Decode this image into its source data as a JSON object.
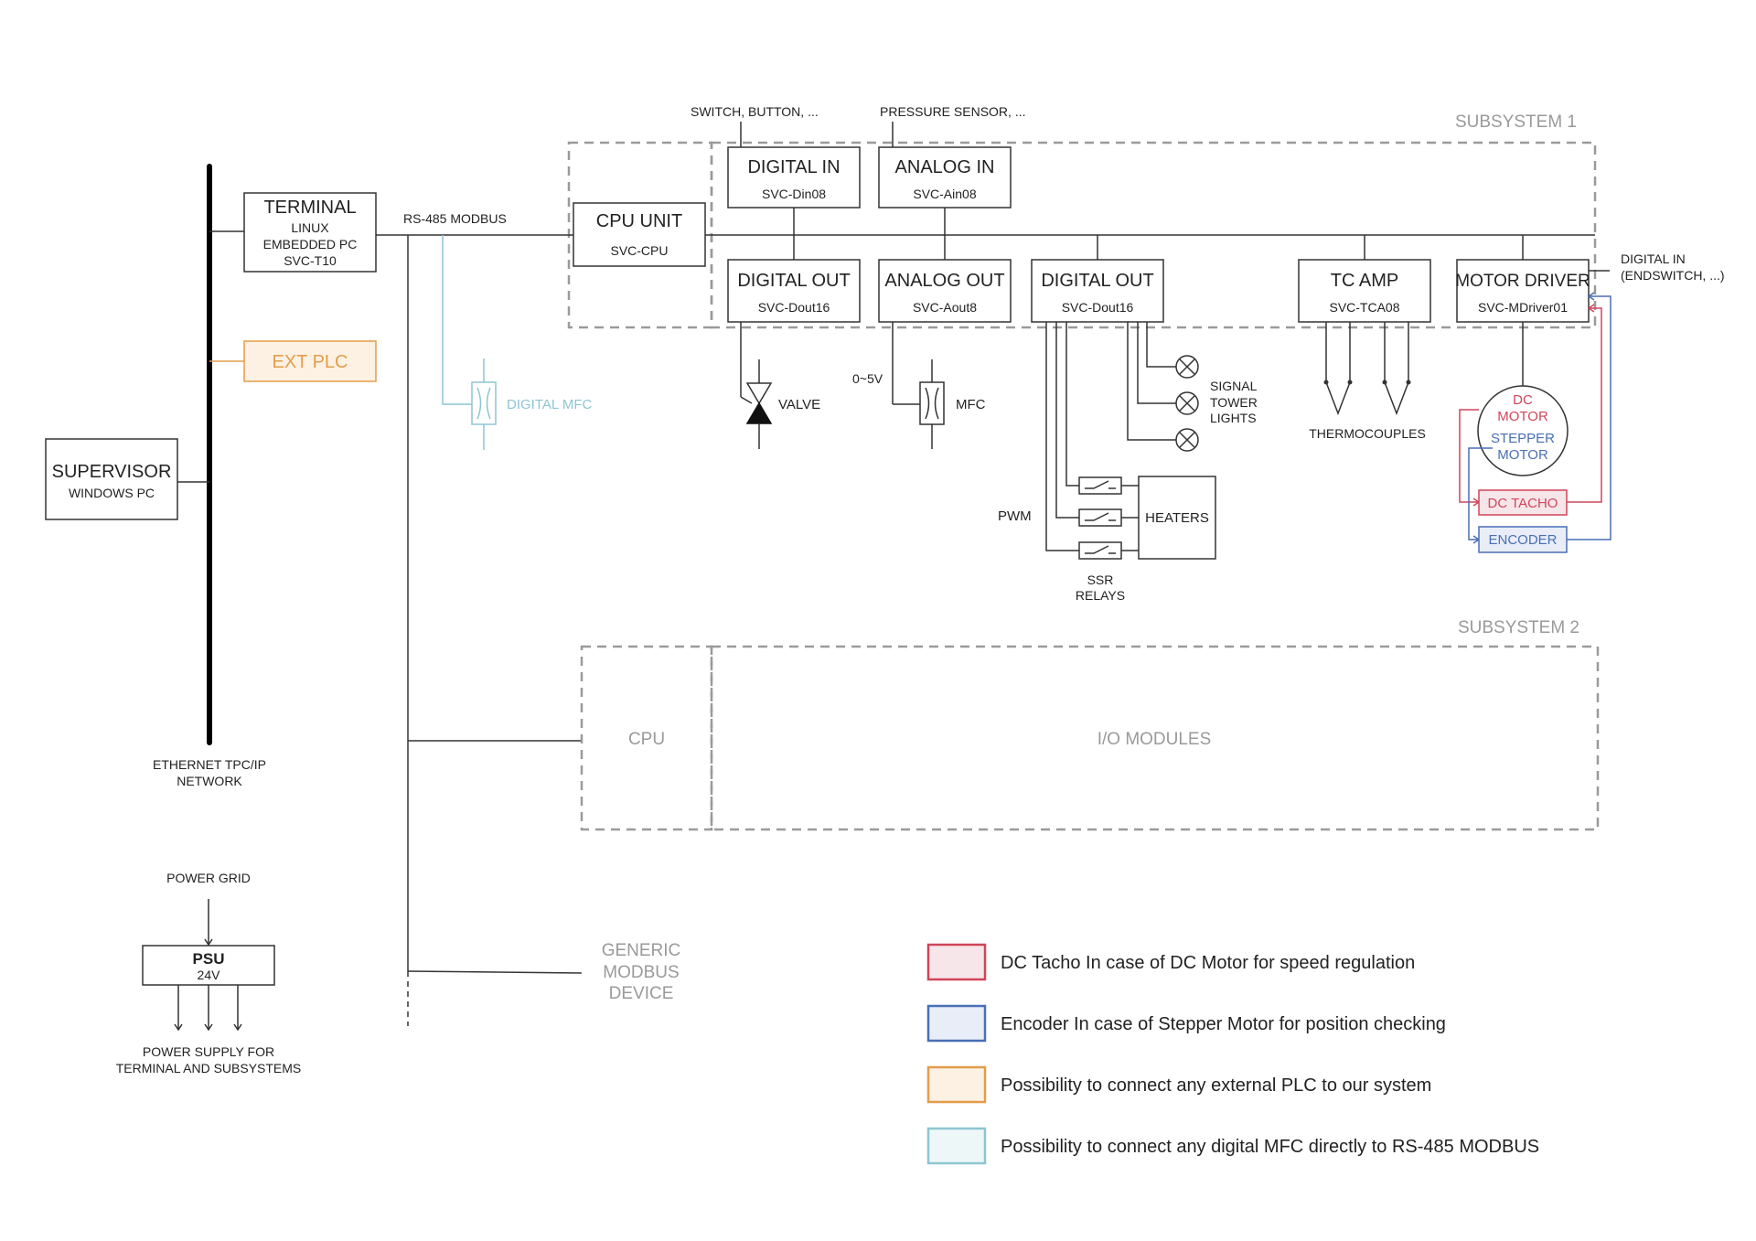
{
  "colors": {
    "red": "#d0455a",
    "blue": "#4a6fb5",
    "orange": "#e39d4a",
    "teal": "#8ec5d2",
    "gray": "#9a9a9a",
    "line": "#333333"
  },
  "icons": [
    "valve-icon",
    "mfc-icon",
    "lamp-icon",
    "relay-switch-icon",
    "thermocouple-icon",
    "motor-icon",
    "arrow-down-icon"
  ],
  "labels": {
    "switch_button": "SWITCH, BUTTON, ...",
    "pressure_sensor": "PRESSURE SENSOR, ...",
    "subsystem1": "SUBSYSTEM 1",
    "subsystem2": "SUBSYSTEM 2",
    "rs485": "RS-485 MODBUS",
    "digital_mfc": "DIGITAL MFC",
    "valve": "VALVE",
    "zero_5v": "0~5V",
    "mfc": "MFC",
    "signal_tower": [
      "SIGNAL",
      "TOWER",
      "LIGHTS"
    ],
    "pwm": "PWM",
    "heaters": "HEATERS",
    "ssr_relays": [
      "SSR",
      "RELAYS"
    ],
    "thermocouples": "THERMOCOUPLES",
    "digital_in_endswitch": [
      "DIGITAL IN",
      "(ENDSWITCH, ...)"
    ],
    "ethernet": [
      "ETHERNET TPC/IP",
      "NETWORK"
    ],
    "power_grid": "POWER GRID",
    "power_supply": [
      "POWER SUPPLY FOR",
      "TERMINAL AND SUBSYSTEMS"
    ]
  },
  "nodes": {
    "terminal": {
      "title": "TERMINAL",
      "lines": [
        "LINUX",
        "EMBEDDED PC",
        "SVC-T10"
      ]
    },
    "ext_plc": {
      "title": "EXT PLC"
    },
    "supervisor": {
      "title": "SUPERVISOR",
      "sub": "WINDOWS PC"
    },
    "cpu_unit": {
      "title": "CPU UNIT",
      "sub": "SVC-CPU"
    },
    "digital_in": {
      "title": "DIGITAL IN",
      "sub": "SVC-Din08"
    },
    "analog_in": {
      "title": "ANALOG IN",
      "sub": "SVC-Ain08"
    },
    "digital_out_1": {
      "title": "DIGITAL OUT",
      "sub": "SVC-Dout16"
    },
    "analog_out": {
      "title": "ANALOG OUT",
      "sub": "SVC-Aout8"
    },
    "digital_out_2": {
      "title": "DIGITAL OUT",
      "sub": "SVC-Dout16"
    },
    "tc_amp": {
      "title": "TC AMP",
      "sub": "SVC-TCA08"
    },
    "motor_driver": {
      "title": "MOTOR DRIVER",
      "sub": "SVC-MDriver01"
    },
    "motor": {
      "dc": [
        "DC",
        "MOTOR"
      ],
      "stepper": [
        "STEPPER",
        "MOTOR"
      ]
    },
    "dc_tacho": {
      "title": "DC TACHO"
    },
    "encoder": {
      "title": "ENCODER"
    },
    "cpu2": {
      "title": "CPU"
    },
    "io_modules": {
      "title": "I/O MODULES"
    },
    "generic_modbus": {
      "lines": [
        "GENERIC",
        "MODBUS",
        "DEVICE"
      ]
    },
    "psu": {
      "title": "PSU",
      "sub": "24V"
    }
  },
  "legend": [
    {
      "text": "DC Tacho In case of DC Motor for speed regulation",
      "stroke": "#d0455a",
      "fill": "#f7e6e9"
    },
    {
      "text": "Encoder In case of Stepper Motor for position checking",
      "stroke": "#4a6fb5",
      "fill": "#e8edf8"
    },
    {
      "text": "Possibility to connect any external PLC to our system",
      "stroke": "#e39d4a",
      "fill": "#fdf1e3"
    },
    {
      "text": "Possibility to connect any digital MFC directly to RS-485 MODBUS",
      "stroke": "#8ec5d2",
      "fill": "#eef7f8"
    }
  ]
}
